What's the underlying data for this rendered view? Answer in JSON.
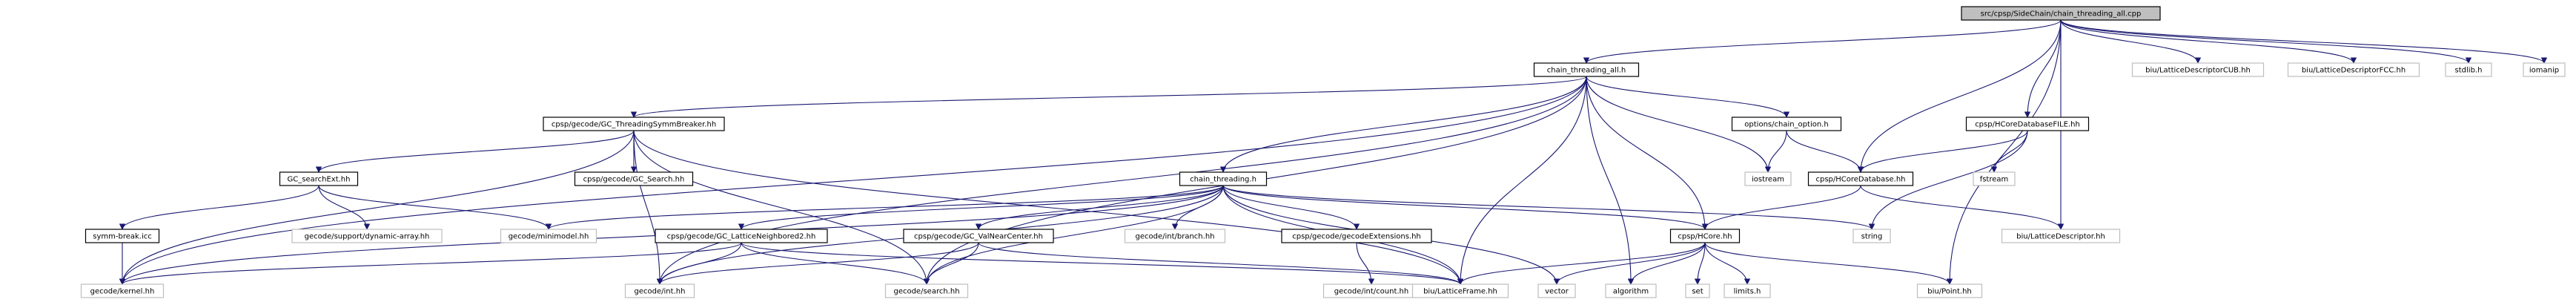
{
  "graph": {
    "root": "src/cpsp/SideChain/chain_threading_all.cpp",
    "nodes": [
      {
        "id": "root",
        "label": "src/cpsp/SideChain/chain_threading_all.cpp",
        "style": "root"
      },
      {
        "id": "cta",
        "label": "chain_threading_all.h",
        "style": "normal"
      },
      {
        "id": "ldcub",
        "label": "biu/LatticeDescriptorCUB.hh",
        "style": "gray"
      },
      {
        "id": "ldfcc",
        "label": "biu/LatticeDescriptorFCC.hh",
        "style": "gray"
      },
      {
        "id": "stdlib",
        "label": "stdlib.h",
        "style": "gray"
      },
      {
        "id": "iomanip",
        "label": "iomanip",
        "style": "gray"
      },
      {
        "id": "tsb",
        "label": "cpsp/gecode/GC_ThreadingSymmBreaker.hh",
        "style": "normal"
      },
      {
        "id": "optch",
        "label": "options/chain_option.h",
        "style": "normal"
      },
      {
        "id": "hcdbf",
        "label": "cpsp/HCoreDatabaseFILE.hh",
        "style": "normal"
      },
      {
        "id": "searchext",
        "label": "GC_searchExt.hh",
        "style": "normal"
      },
      {
        "id": "gcsearch",
        "label": "cpsp/gecode/GC_Search.hh",
        "style": "normal"
      },
      {
        "id": "cth",
        "label": "chain_threading.h",
        "style": "normal"
      },
      {
        "id": "iostream",
        "label": "iostream",
        "style": "gray"
      },
      {
        "id": "hcdb",
        "label": "cpsp/HCoreDatabase.hh",
        "style": "normal"
      },
      {
        "id": "fstream",
        "label": "fstream",
        "style": "gray"
      },
      {
        "id": "symm",
        "label": "symm-break.icc",
        "style": "normal"
      },
      {
        "id": "dynarr",
        "label": "gecode/support/dynamic-array.hh",
        "style": "gray"
      },
      {
        "id": "minimodel",
        "label": "gecode/minimodel.hh",
        "style": "gray"
      },
      {
        "id": "ln2",
        "label": "cpsp/gecode/GC_LatticeNeighbored2.hh",
        "style": "normal"
      },
      {
        "id": "valnear",
        "label": "cpsp/gecode/GC_ValNearCenter.hh",
        "style": "normal"
      },
      {
        "id": "branch",
        "label": "gecode/int/branch.hh",
        "style": "gray"
      },
      {
        "id": "gcext",
        "label": "cpsp/gecode/gecodeExtensions.hh",
        "style": "normal"
      },
      {
        "id": "string",
        "label": "string",
        "style": "gray"
      },
      {
        "id": "ld",
        "label": "biu/LatticeDescriptor.hh",
        "style": "gray"
      },
      {
        "id": "hcore",
        "label": "cpsp/HCore.hh",
        "style": "normal"
      },
      {
        "id": "kernel",
        "label": "gecode/kernel.hh",
        "style": "gray"
      },
      {
        "id": "int",
        "label": "gecode/int.hh",
        "style": "gray"
      },
      {
        "id": "search",
        "label": "gecode/search.hh",
        "style": "gray"
      },
      {
        "id": "count",
        "label": "gecode/int/count.hh",
        "style": "gray"
      },
      {
        "id": "lframe",
        "label": "biu/LatticeFrame.hh",
        "style": "gray"
      },
      {
        "id": "vector",
        "label": "vector",
        "style": "gray"
      },
      {
        "id": "algorithm",
        "label": "algorithm",
        "style": "gray"
      },
      {
        "id": "set",
        "label": "set",
        "style": "gray"
      },
      {
        "id": "limits",
        "label": "limits.h",
        "style": "gray"
      },
      {
        "id": "point",
        "label": "biu/Point.hh",
        "style": "gray"
      }
    ],
    "edges": [
      [
        "root",
        "cta"
      ],
      [
        "root",
        "ldcub"
      ],
      [
        "root",
        "ldfcc"
      ],
      [
        "root",
        "stdlib"
      ],
      [
        "root",
        "iomanip"
      ],
      [
        "root",
        "hcdbf"
      ],
      [
        "root",
        "hcdb"
      ],
      [
        "root",
        "ld"
      ],
      [
        "root",
        "point"
      ],
      [
        "cta",
        "tsb"
      ],
      [
        "cta",
        "optch"
      ],
      [
        "cta",
        "cth"
      ],
      [
        "cta",
        "iostream"
      ],
      [
        "cta",
        "hcore"
      ],
      [
        "cta",
        "kernel"
      ],
      [
        "cta",
        "int"
      ],
      [
        "cta",
        "search"
      ],
      [
        "cta",
        "lframe"
      ],
      [
        "cta",
        "algorithm"
      ],
      [
        "tsb",
        "searchext"
      ],
      [
        "tsb",
        "gcsearch"
      ],
      [
        "tsb",
        "kernel"
      ],
      [
        "tsb",
        "int"
      ],
      [
        "tsb",
        "search"
      ],
      [
        "tsb",
        "lframe"
      ],
      [
        "optch",
        "iostream"
      ],
      [
        "optch",
        "hcdb"
      ],
      [
        "hcdbf",
        "hcdb"
      ],
      [
        "hcdbf",
        "string"
      ],
      [
        "hcdbf",
        "fstream"
      ],
      [
        "searchext",
        "symm"
      ],
      [
        "searchext",
        "dynarr"
      ],
      [
        "searchext",
        "minimodel"
      ],
      [
        "symm",
        "kernel"
      ],
      [
        "cth",
        "minimodel"
      ],
      [
        "cth",
        "ln2"
      ],
      [
        "cth",
        "valnear"
      ],
      [
        "cth",
        "branch"
      ],
      [
        "cth",
        "gcext"
      ],
      [
        "cth",
        "string"
      ],
      [
        "cth",
        "hcore"
      ],
      [
        "cth",
        "kernel"
      ],
      [
        "cth",
        "int"
      ],
      [
        "cth",
        "search"
      ],
      [
        "cth",
        "lframe"
      ],
      [
        "cth",
        "vector"
      ],
      [
        "hcdb",
        "hcore"
      ],
      [
        "hcdb",
        "ld"
      ],
      [
        "ln2",
        "kernel"
      ],
      [
        "ln2",
        "int"
      ],
      [
        "ln2",
        "search"
      ],
      [
        "ln2",
        "lframe"
      ],
      [
        "valnear",
        "int"
      ],
      [
        "valnear",
        "search"
      ],
      [
        "valnear",
        "lframe"
      ],
      [
        "gcext",
        "count"
      ],
      [
        "hcore",
        "lframe"
      ],
      [
        "hcore",
        "vector"
      ],
      [
        "hcore",
        "algorithm"
      ],
      [
        "hcore",
        "set"
      ],
      [
        "hcore",
        "limits"
      ],
      [
        "hcore",
        "point"
      ]
    ]
  }
}
